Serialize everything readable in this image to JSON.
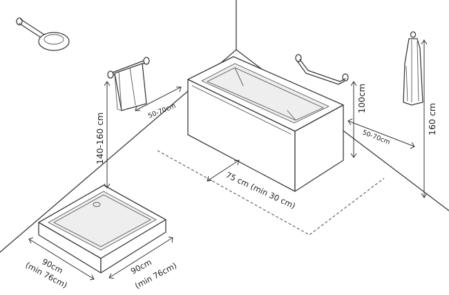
{
  "labels": {
    "height_side": "140-160 cm",
    "gap_towel": "50-70cm",
    "tub_height": "100cm",
    "gap_right": "50-70cm",
    "towel_height": "160 cm",
    "tub_clearance": "75 cm (min 30 cm)",
    "shower_width_left": "90cm",
    "shower_width_left_min": "(min 76cm)",
    "shower_width_right": "90cm",
    "shower_width_right_min": "(min 76cm)"
  },
  "icons": [
    "shower-head-icon",
    "towel-rail-icon",
    "grab-bar-icon",
    "hanging-towel-icon"
  ]
}
